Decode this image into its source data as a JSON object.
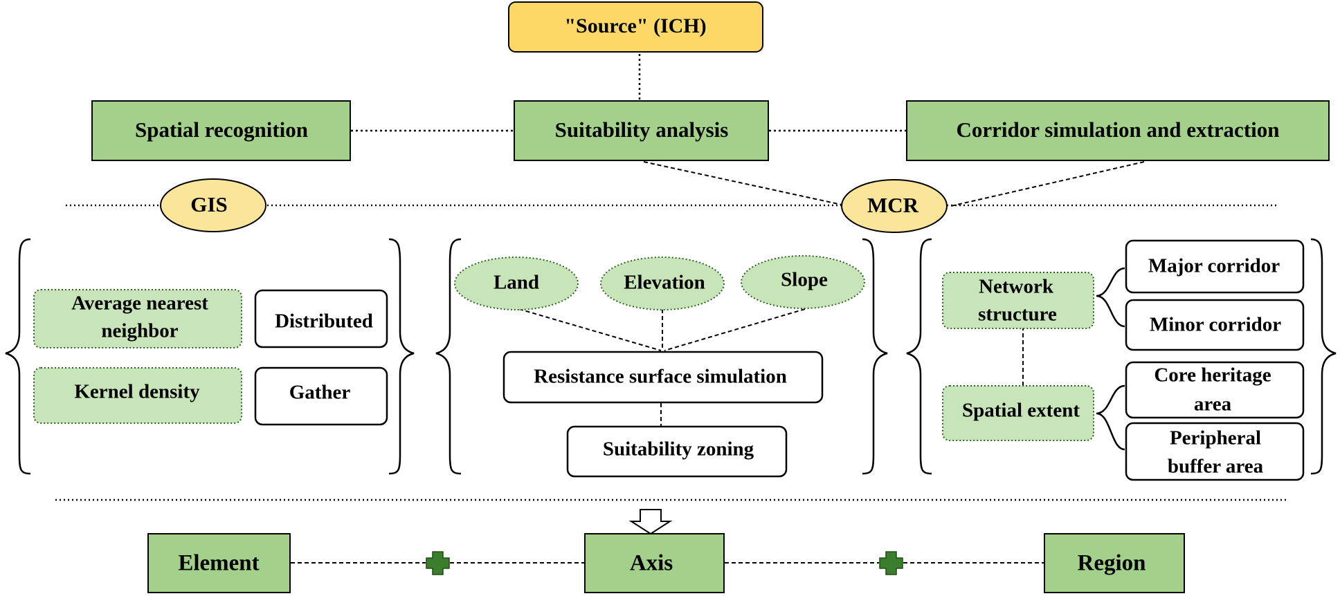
{
  "colors": {
    "green_fill": "#a3d08a",
    "green_light_fill": "#c7e5b8",
    "yellow_fill": "#fdd867",
    "yellow_ellipse_fill": "#fbe59a",
    "dark_green": "#3a7d2c",
    "stroke": "#000000"
  },
  "source": {
    "label": "\"Source\" (ICH)"
  },
  "stages": {
    "spatial_recognition": "Spatial recognition",
    "suitability_analysis": "Suitability analysis",
    "corridor_simulation": "Corridor simulation and extraction"
  },
  "tools": {
    "gis": "GIS",
    "mcr": "MCR"
  },
  "left_panel": {
    "avg_nearest_neighbor": [
      "Average nearest",
      "neighbor"
    ],
    "kernel_density": "Kernel density",
    "distributed": "Distributed",
    "gather": "Gather"
  },
  "middle_panel": {
    "factors": [
      "Land",
      "Elevation",
      "Slope"
    ],
    "resistance": "Resistance surface simulation",
    "zoning": "Suitability zoning"
  },
  "right_panel": {
    "network_structure": [
      "Network",
      "structure"
    ],
    "spatial_extent": "Spatial extent",
    "major_corridor": "Major corridor",
    "minor_corridor": "Minor corridor",
    "core_heritage": [
      "Core heritage",
      "area"
    ],
    "peripheral_buffer": [
      "Peripheral",
      "buffer area"
    ]
  },
  "outcomes": {
    "element": "Element",
    "axis": "Axis",
    "region": "Region"
  }
}
